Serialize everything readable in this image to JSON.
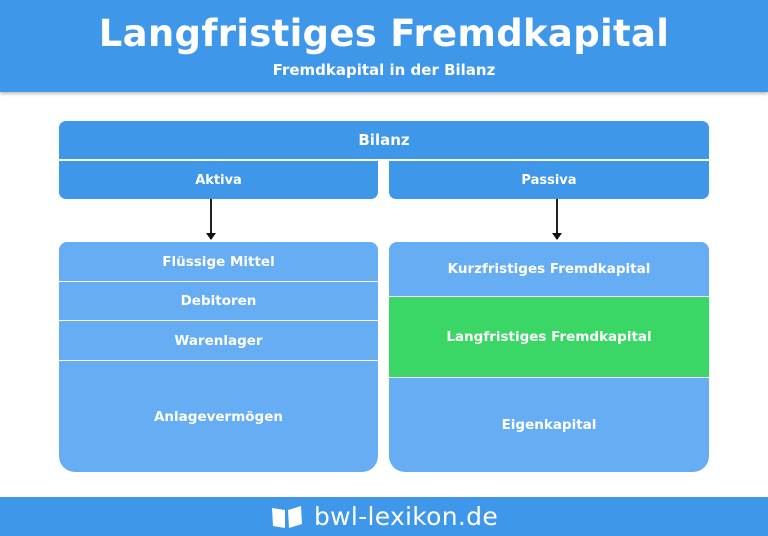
{
  "header": {
    "title": "Langfristiges Fremdkapital",
    "subtitle": "Fremdkapital in der Bilanz"
  },
  "diagram": {
    "root": "Bilanz",
    "left_header": "Aktiva",
    "right_header": "Passiva",
    "aktiva_items": [
      "Flüssige Mittel",
      "Debitoren",
      "Warenlager",
      "Anlagevermögen"
    ],
    "passiva_items": [
      "Kurzfristiges Fremdkapital",
      "Langfristiges Fremdkapital",
      "Eigenkapital"
    ],
    "highlighted_item": "Langfristiges Fremdkapital"
  },
  "colors": {
    "header_blue": "#3f97ea",
    "box_blue": "#66adf3",
    "highlight_green": "#3ad666"
  },
  "footer": {
    "brand": "bwl-lexikon.de",
    "icon": "book-icon"
  }
}
